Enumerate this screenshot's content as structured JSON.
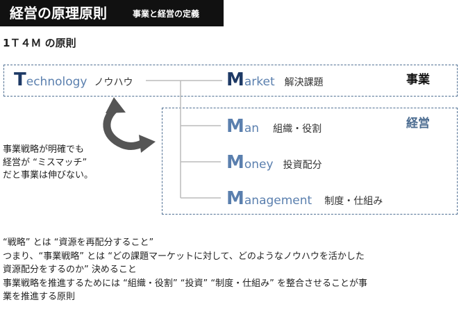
{
  "header": {
    "title": "経営の原理原則",
    "subtitle": "事業と経営の定義"
  },
  "section_title": "1Ｔ４Ｍ の原則",
  "terms": {
    "technology": {
      "cap": "T",
      "rest": "echnology",
      "sub": "ノウハウ"
    },
    "market": {
      "cap": "M",
      "rest": "arket",
      "sub": "解決課題"
    },
    "man": {
      "cap": "M",
      "rest": "an",
      "sub": "組織・役割"
    },
    "money": {
      "cap": "M",
      "rest": "oney",
      "sub": "投資配分"
    },
    "management": {
      "cap": "M",
      "rest": "anagement",
      "sub": "制度・仕組み"
    }
  },
  "side_labels": {
    "business": "事業",
    "management": "経営"
  },
  "note_lines": [
    "事業戦略が明確でも",
    "経営が “ミスマッチ”",
    "だと事業は伸びない。"
  ],
  "bottom_lines": [
    "“戦略” とは “資源を再配分すること”",
    "つまり、“事業戦略” とは “どの課題マーケットに対して、どのようなノウハウを活かした",
    "資源配分をするのか” 決めること",
    "事業戦略を推進するためには “組織・役割” “投資” “制度・仕組み” を整合させることが事",
    "業を推進する原則"
  ],
  "colors": {
    "navy": "#1e3a66",
    "accent": "#5a7fae",
    "frame": "#4e6e92",
    "line": "#bbbbbb",
    "arrow": "#555555"
  }
}
